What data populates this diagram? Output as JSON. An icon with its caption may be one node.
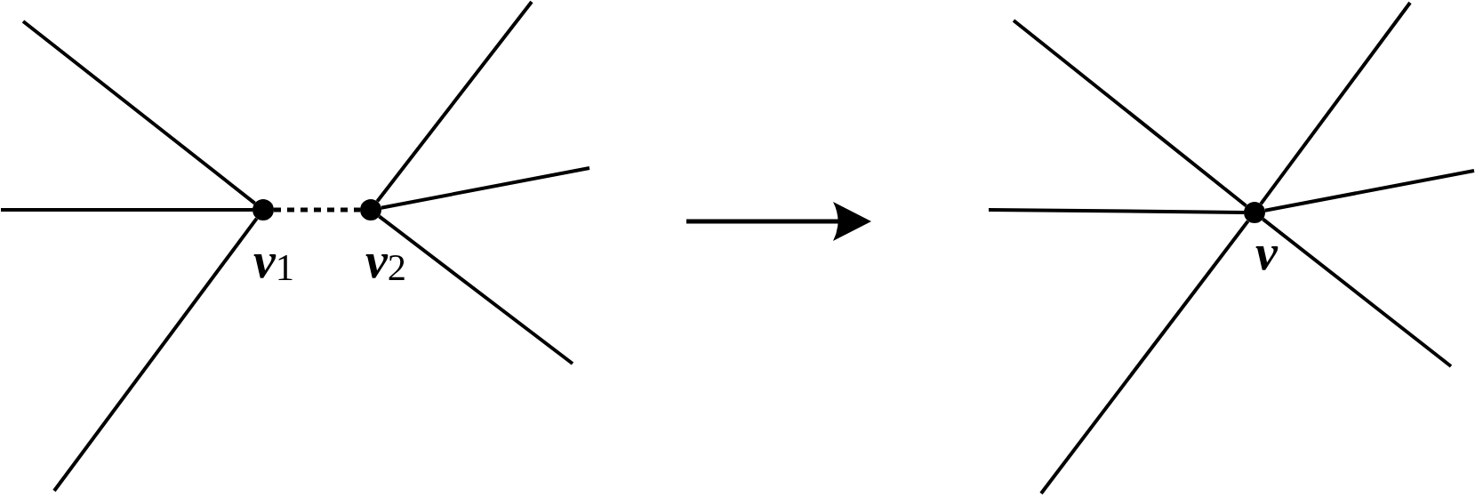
{
  "diagram": {
    "nodes": [
      {
        "text": [
          "v$_{1}$"
        ]
      },
      {
        "text": [
          "v$_{2}$"
        ]
      },
      {
        "text": [
          "v"
        ]
      }
    ],
    "edges": [
      {
        "from": 0,
        "to": null,
        "arrow": "none"
      },
      {
        "from": 0,
        "to": null,
        "arrow": "none"
      },
      {
        "from": 0,
        "to": null,
        "arrow": "none"
      },
      {
        "from": 0,
        "to": 1,
        "arrow": "none",
        "style": "dashed"
      },
      {
        "from": 1,
        "to": null,
        "arrow": "none"
      },
      {
        "from": 1,
        "to": null,
        "arrow": "none"
      },
      {
        "from": 1,
        "to": null,
        "arrow": "none"
      },
      {
        "from": 2,
        "to": null,
        "arrow": "none"
      },
      {
        "from": 2,
        "to": null,
        "arrow": "none"
      },
      {
        "from": 2,
        "to": null,
        "arrow": "none"
      },
      {
        "from": 2,
        "to": null,
        "arrow": "none"
      },
      {
        "from": 2,
        "to": null,
        "arrow": "none"
      },
      {
        "from": 2,
        "to": null,
        "arrow": "none"
      }
    ]
  }
}
